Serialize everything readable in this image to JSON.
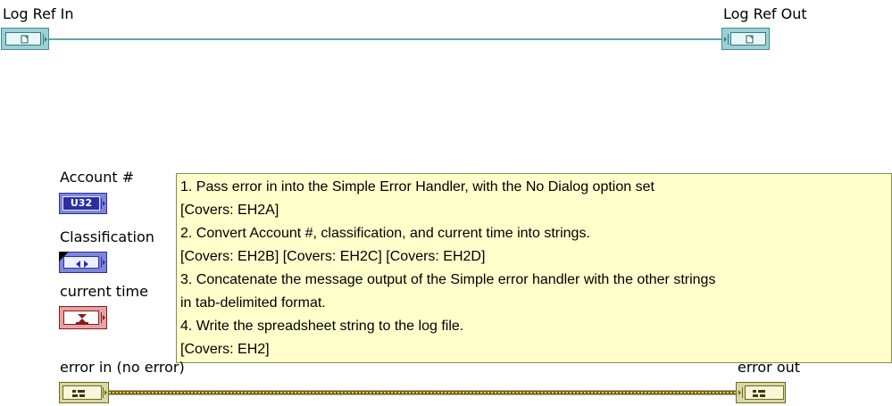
{
  "labels": {
    "log_ref_in": "Log Ref In",
    "log_ref_out": "Log Ref Out",
    "account": "Account #",
    "classification": "Classification",
    "current_time": "current time",
    "error_in": "error in (no error)",
    "error_out": "error out"
  },
  "terminals": {
    "account_type": "U32"
  },
  "comment": {
    "lines": [
      "1.  Pass error in into the Simple Error Handler, with the No Dialog option set",
      "[Covers: EH2A]",
      "2.  Convert Account #, classification, and current time into strings.",
      "[Covers: EH2B] [Covers: EH2C] [Covers: EH2D]",
      "3.  Concatenate the message output of the Simple error handler with the other strings",
      "in tab-delimited format.",
      "4.  Write the spreadsheet string to the log file.",
      "[Covers: EH2]"
    ]
  },
  "colors": {
    "refwire": "#2a8c8c",
    "errwire": "#8a7d1a",
    "comment_bg": "#ffffcc"
  }
}
